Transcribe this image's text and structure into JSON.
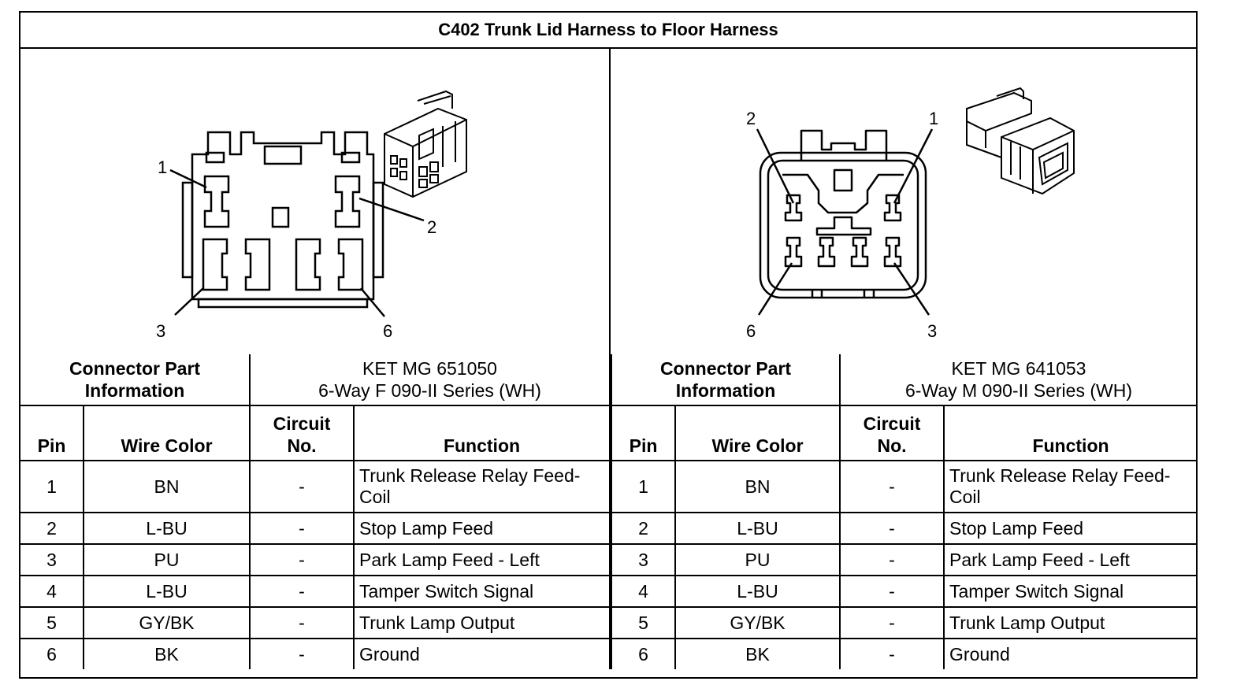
{
  "title": "C402 Trunk Lid Harness to Floor Harness",
  "connectors": [
    {
      "info_label_line1": "Connector Part",
      "info_label_line2": "Information",
      "part_number": "KET MG 651050",
      "part_desc": "6-Way F 090-II Series (WH)",
      "pin_callouts": [
        "1",
        "2",
        "3",
        "6"
      ],
      "headers": {
        "pin": "Pin",
        "wire_color": "Wire Color",
        "circuit_line1": "Circuit",
        "circuit_line2": "No.",
        "function": "Function"
      },
      "rows": [
        {
          "pin": "1",
          "wire_color": "BN",
          "circuit": "-",
          "function": "Trunk Release Relay Feed-Coil"
        },
        {
          "pin": "2",
          "wire_color": "L-BU",
          "circuit": "-",
          "function": "Stop Lamp Feed"
        },
        {
          "pin": "3",
          "wire_color": "PU",
          "circuit": "-",
          "function": "Park Lamp Feed - Left"
        },
        {
          "pin": "4",
          "wire_color": "L-BU",
          "circuit": "-",
          "function": "Tamper Switch Signal"
        },
        {
          "pin": "5",
          "wire_color": "GY/BK",
          "circuit": "-",
          "function": "Trunk Lamp Output"
        },
        {
          "pin": "6",
          "wire_color": "BK",
          "circuit": "-",
          "function": "Ground"
        }
      ]
    },
    {
      "info_label_line1": "Connector Part",
      "info_label_line2": "Information",
      "part_number": "KET MG 641053",
      "part_desc": "6-Way M 090-II Series (WH)",
      "pin_callouts": [
        "2",
        "1",
        "6",
        "3"
      ],
      "headers": {
        "pin": "Pin",
        "wire_color": "Wire Color",
        "circuit_line1": "Circuit",
        "circuit_line2": "No.",
        "function": "Function"
      },
      "rows": [
        {
          "pin": "1",
          "wire_color": "BN",
          "circuit": "-",
          "function": "Trunk Release Relay Feed-Coil"
        },
        {
          "pin": "2",
          "wire_color": "L-BU",
          "circuit": "-",
          "function": "Stop Lamp Feed"
        },
        {
          "pin": "3",
          "wire_color": "PU",
          "circuit": "-",
          "function": "Park Lamp Feed - Left"
        },
        {
          "pin": "4",
          "wire_color": "L-BU",
          "circuit": "-",
          "function": "Tamper Switch Signal"
        },
        {
          "pin": "5",
          "wire_color": "GY/BK",
          "circuit": "-",
          "function": "Trunk Lamp Output"
        },
        {
          "pin": "6",
          "wire_color": "BK",
          "circuit": "-",
          "function": "Ground"
        }
      ]
    }
  ]
}
